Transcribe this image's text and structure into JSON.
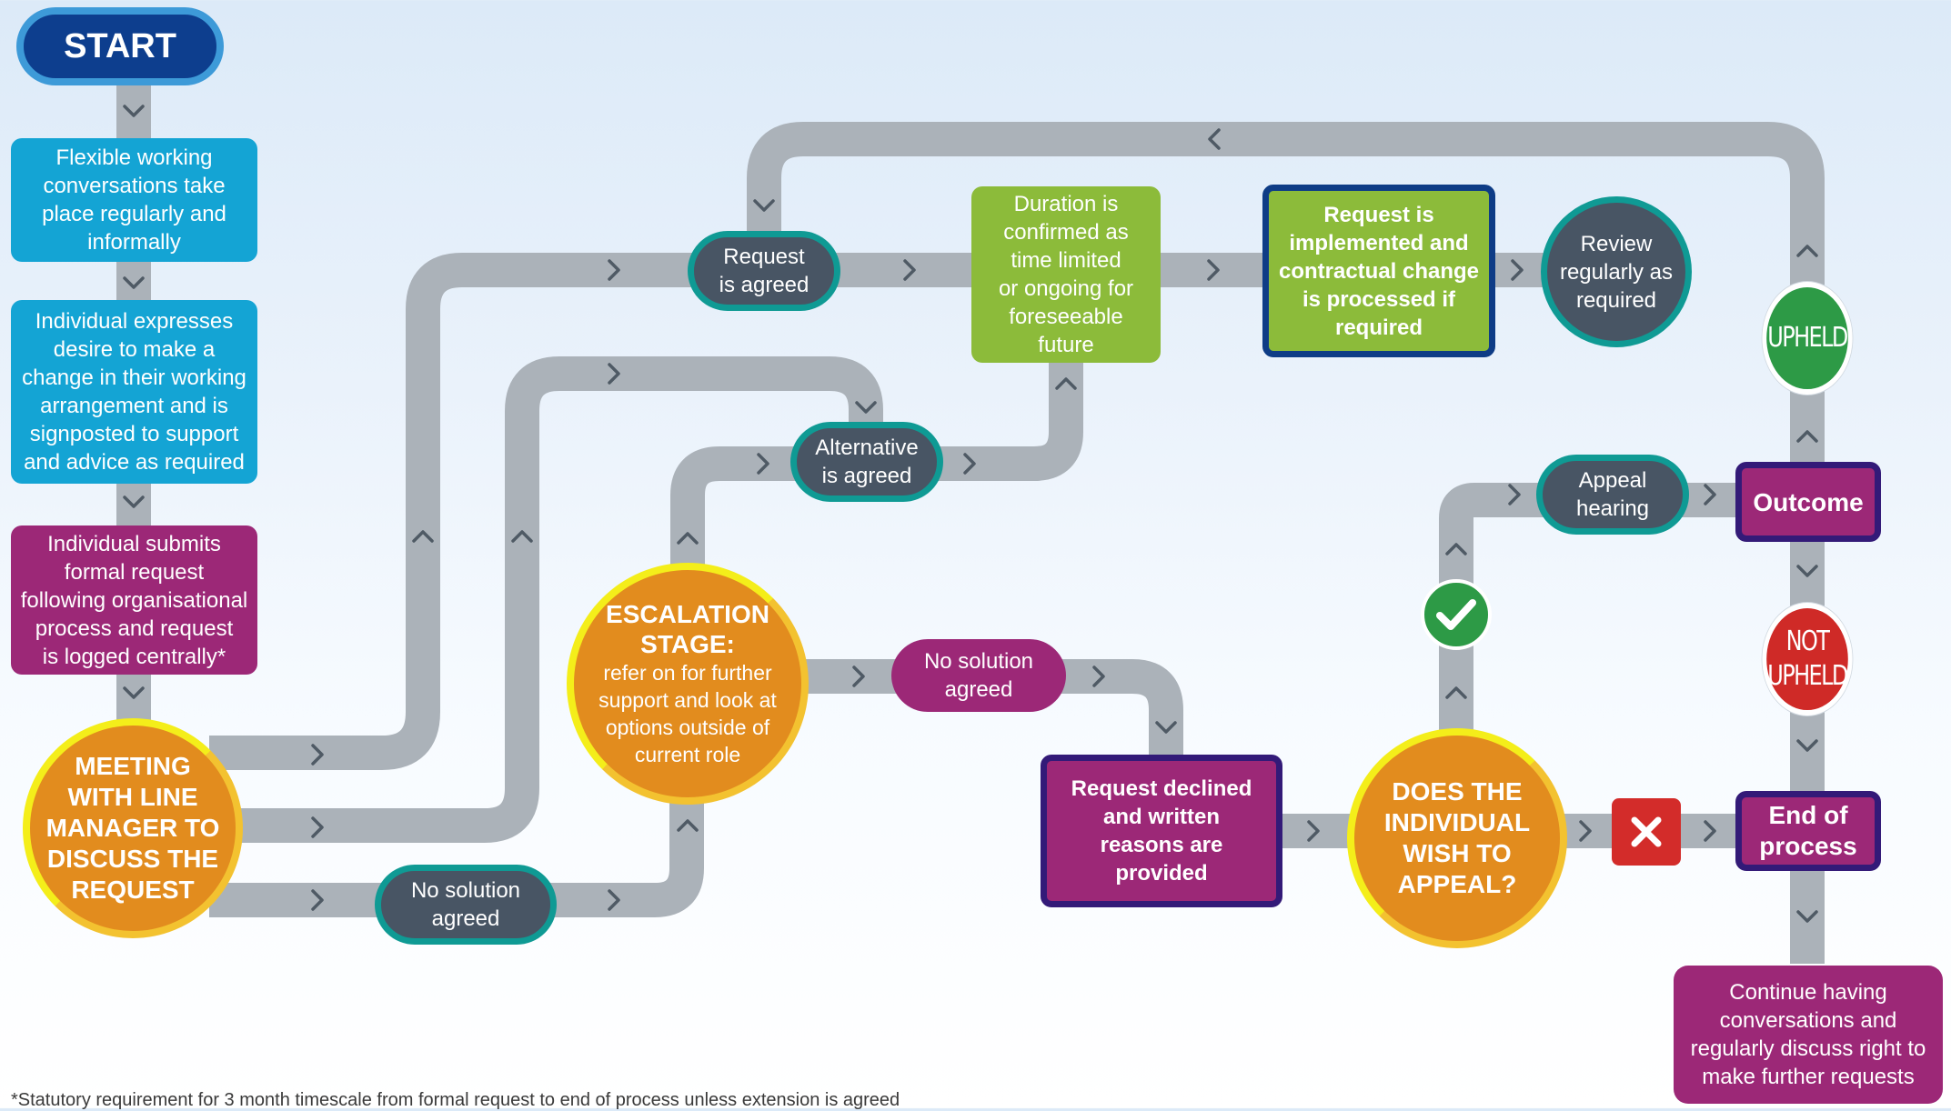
{
  "start": "START",
  "steps": {
    "flexible_conversations": "Flexible working\nconversations take\nplace regularly and\ninformally",
    "individual_expresses": "Individual expresses\ndesire to make a\nchange in their working\narrangement and is\nsignposted to support\nand advice as required",
    "individual_submits": "Individual submits\nformal request\nfollowing organisational\nprocess and request\nis logged centrally*",
    "meeting": "MEETING\nWITH LINE\nMANAGER TO\nDISCUSS THE\nREQUEST",
    "request_agreed": "Request\nis agreed",
    "alternative_agreed": "Alternative\nis agreed",
    "no_solution_1": "No solution\nagreed",
    "escalation_title": "ESCALATION\nSTAGE:",
    "escalation_text": "refer on for further\nsupport and look at\noptions outside of\ncurrent role",
    "no_solution_2": "No solution\nagreed",
    "duration": "Duration is\nconfirmed as\ntime limited\nor ongoing for\nforeseeable\nfuture",
    "implemented": "Request is\nimplemented and\ncontractual change\nis processed if\nrequired",
    "review": "Review\nregularly as\nrequired",
    "declined": "Request declined\nand written\nreasons are\nprovided",
    "appeal_question": "DOES THE\nINDIVIDUAL\nWISH TO\nAPPEAL?",
    "appeal_hearing": "Appeal\nhearing",
    "outcome": "Outcome",
    "upheld": "UPHELD",
    "not_upheld": "NOT\nUPHELD",
    "end_of_process": "End of\nprocess",
    "continue": "Continue having\nconversations and\nregularly discuss right to\nmake further requests"
  },
  "icons": {
    "yes": "check-icon",
    "no": "cross-icon"
  },
  "colors": {
    "track": "#abb2b9",
    "chevron": "#4f5a65",
    "blue": "#14a4d4",
    "purple": "#9c2877",
    "green": "#8cbb3a",
    "orange": "#e28c1e",
    "teal": "#0f9a94",
    "navy": "#0d3e8e"
  },
  "footnote": "*Statutory requirement for 3 month timescale from formal request to end of process unless extension is agreed"
}
